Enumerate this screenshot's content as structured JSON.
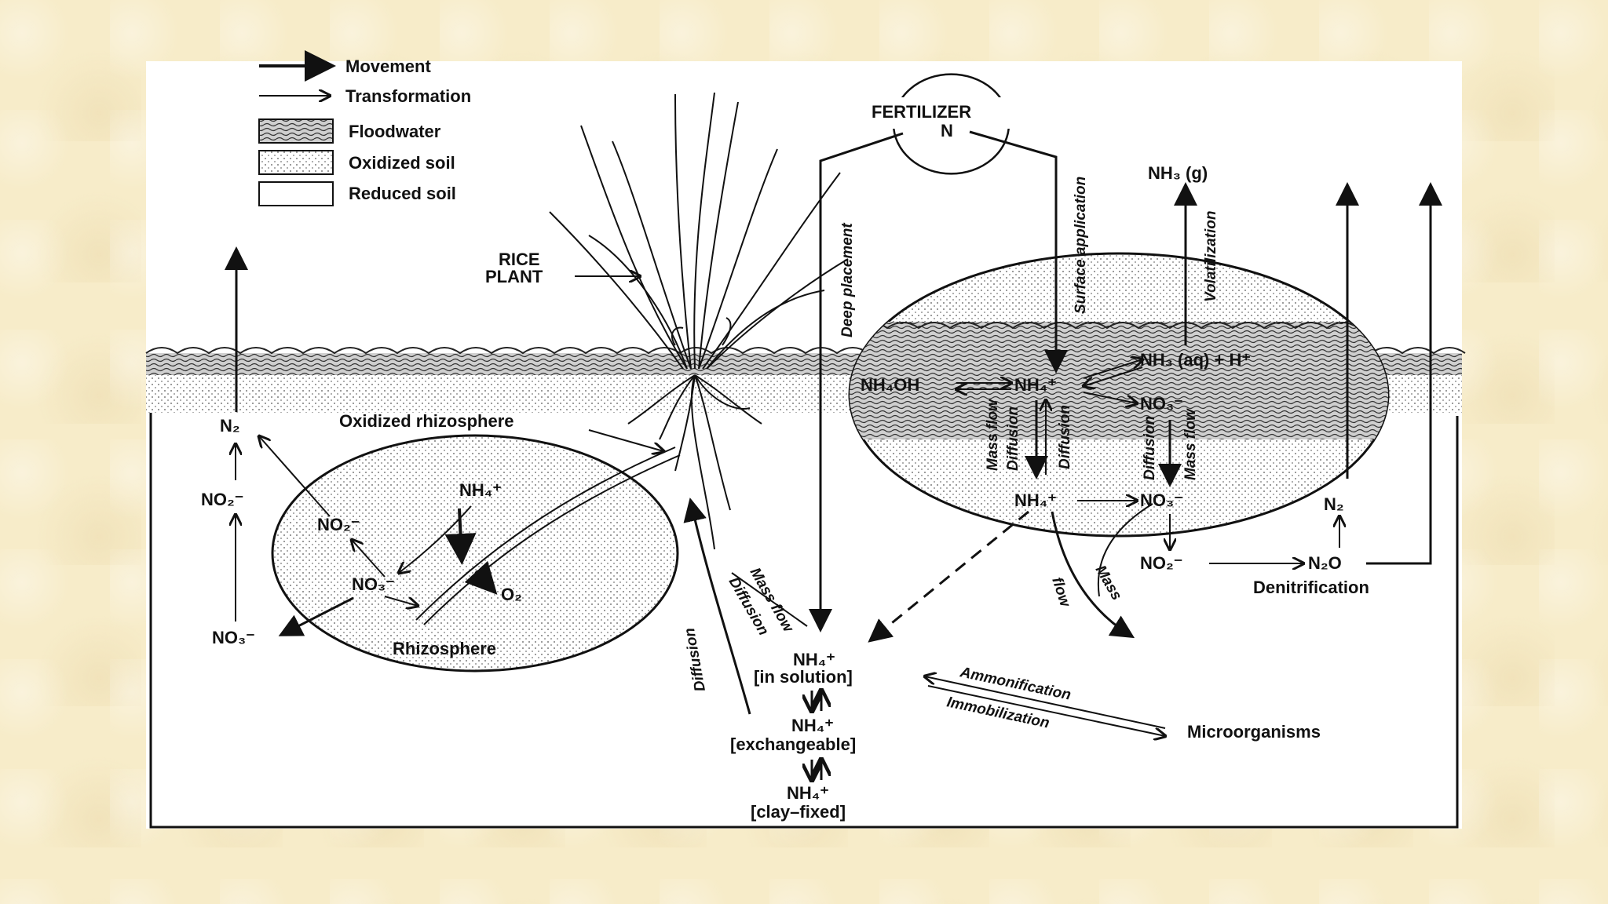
{
  "legend": {
    "movement": "Movement",
    "transformation": "Transformation",
    "floodwater": "Floodwater",
    "oxidized_soil": "Oxidized soil",
    "reduced_soil": "Reduced soil"
  },
  "labels": {
    "rice_plant_1": "RICE",
    "rice_plant_2": "PLANT",
    "fertilizer_1": "FERTILIZER",
    "fertilizer_2": "N",
    "nh3_gas": "NH₃ (g)",
    "deep_placement": "Deep placement",
    "surface_application": "Surface application",
    "volatilization": "Volatilization",
    "nh4oh": "NH₄OH",
    "nh4_top": "NH₄⁺",
    "nh3_aq": "NH₃ (aq) + H⁺",
    "no3_top": "NO₃⁻",
    "mass_flow_l": "Mass flow",
    "diffusion_l1": "Diffusion",
    "diffusion_l2": "Diffusion",
    "diffusion_r": "Diffusion",
    "mass_flow_r": "Mass flow",
    "nh4_mid": "NH₄⁺",
    "no3_mid": "NO₃⁻",
    "no2_right": "NO₂⁻",
    "n2o": "N₂O",
    "n2_right": "N₂",
    "denitrification": "Denitrification",
    "mass_flow_curve_1": "Mass",
    "mass_flow_curve_2": "flow",
    "n2_left": "N₂",
    "no2_left": "NO₂⁻",
    "no3_left": "NO₃⁻",
    "oxidized_rhizosphere": "Oxidized rhizosphere",
    "no2_rhizo": "NO₂⁻",
    "nh4_rhizo": "NH₄⁺",
    "no3_rhizo": "NO₃⁻",
    "o2": "O₂",
    "rhizosphere": "Rhizosphere",
    "mass_flow_center": "Mass flow",
    "diffusion_center": "Diffusion",
    "diffusion_up": "Diffusion",
    "nh4_solution": "NH₄⁺",
    "in_solution": "[in solution]",
    "nh4_exch": "NH₄⁺",
    "exchangeable": "[exchangeable]",
    "nh4_clay": "NH₄⁺",
    "clay_fixed": "[clay–fixed]",
    "ammonification": "Ammonification",
    "immobilization": "Immobilization",
    "microorganisms": "Microorganisms"
  },
  "colors": {
    "background": "#f7ecc9",
    "panel": "#ffffff",
    "ink": "#111111",
    "floodwater": "#8a8a8a"
  }
}
